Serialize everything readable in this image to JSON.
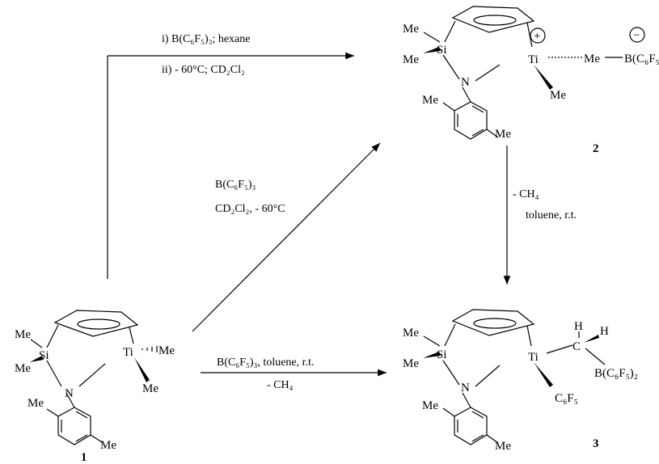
{
  "conditions": {
    "top_1": "i) B(C₆F₅)₃; hexane",
    "top_2": "ii) - 60°C; CD₂Cl₂",
    "diag_1": "B(C₆F₅)₃",
    "diag_2": "CD₂Cl₂,  - 60°C",
    "right_1": "- CH₄",
    "right_2": "toluene,  r.t.",
    "bottom_1": "B(C₆F₅)₃, toluene, r.t.",
    "bottom_2": "- CH₄"
  },
  "compound_1": {
    "number": "1",
    "si": "Si",
    "ti": "Ti",
    "n": "N",
    "me_si_1": "Me",
    "me_si_2": "Me",
    "me_ti_1": "Me",
    "me_ti_2": "Me",
    "me_ar_1": "Me",
    "me_ar_2": "Me"
  },
  "compound_2": {
    "number": "2",
    "si": "Si",
    "ti": "Ti",
    "n": "N",
    "me_si_1": "Me",
    "me_si_2": "Me",
    "me_bridge": "Me",
    "me_ti": "Me",
    "me_ar_1": "Me",
    "me_ar_2": "Me",
    "borate": "B(C₆F₅)₃",
    "plus": "+",
    "minus": "−"
  },
  "compound_3": {
    "number": "3",
    "si": "Si",
    "ti": "Ti",
    "n": "N",
    "me_si_1": "Me",
    "me_si_2": "Me",
    "me_ar_1": "Me",
    "me_ar_2": "Me",
    "c": "C",
    "h_1": "H",
    "h_2": "H",
    "borane": "B(C₆F₅)₂",
    "c6f5": "C₆F₅"
  }
}
